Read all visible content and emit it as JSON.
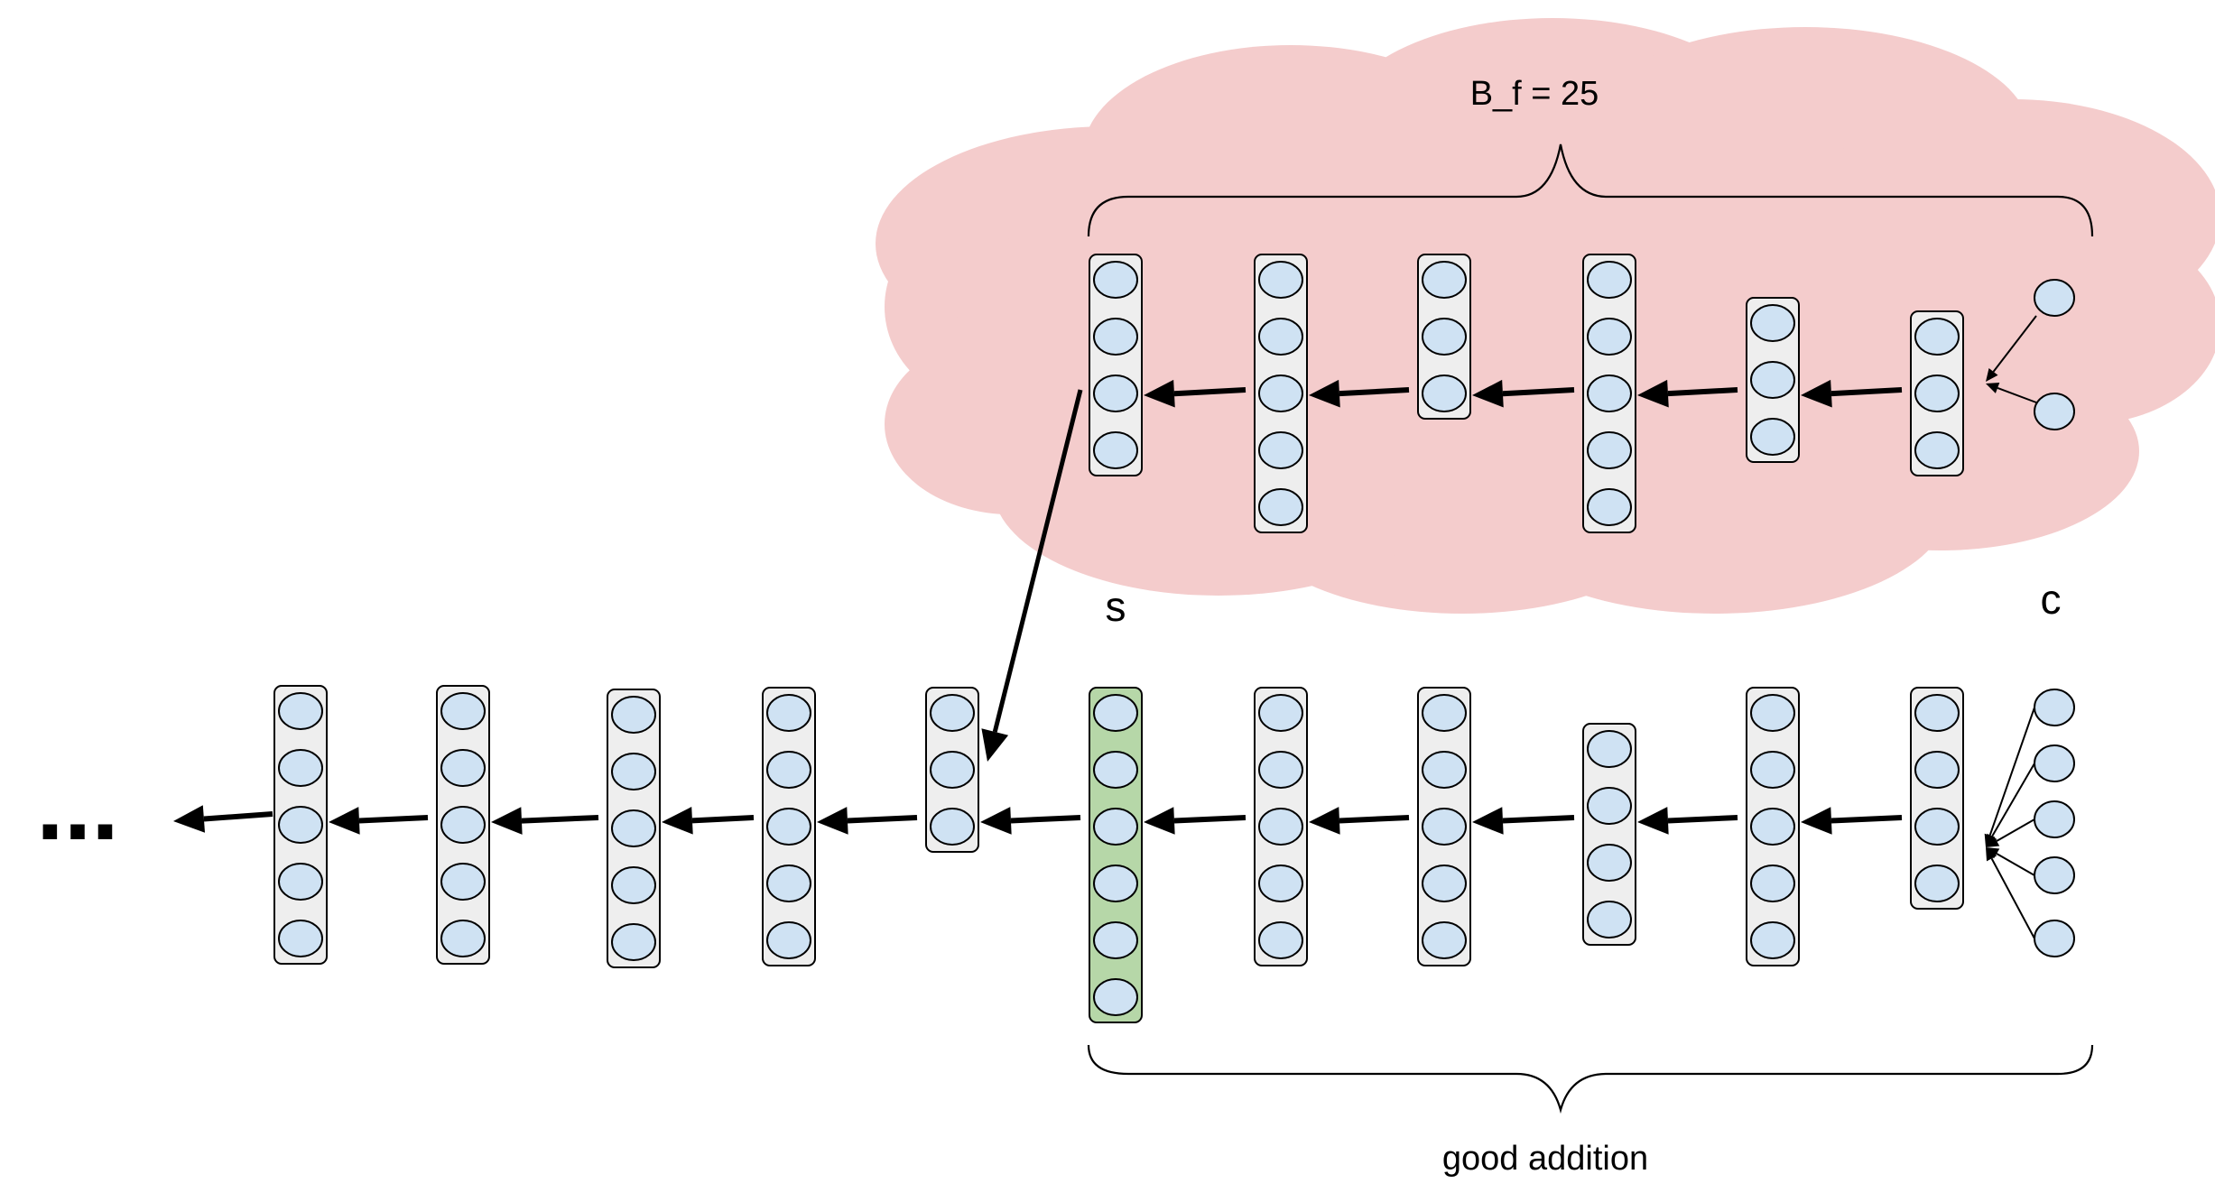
{
  "labels": {
    "budget": "B_f = 25",
    "s": "s",
    "c": "c",
    "bottom_caption": "good addition",
    "ellipsis": "..."
  },
  "colors": {
    "cloud": "#f4cccc",
    "layer_fill": "#eeeeee",
    "highlight_fill": "#b6d7a8",
    "neuron_fill": "#cfe2f3",
    "stroke": "#000000"
  },
  "diagram": {
    "top_chain": {
      "node_counts": [
        4,
        5,
        3,
        5,
        3,
        3
      ],
      "input_node_count": 2
    },
    "bottom_chain": {
      "node_counts": [
        5,
        5,
        5,
        5,
        3,
        6,
        5,
        5,
        4,
        5,
        4
      ],
      "highlighted_layer": "s",
      "input_node_count": 5
    }
  }
}
